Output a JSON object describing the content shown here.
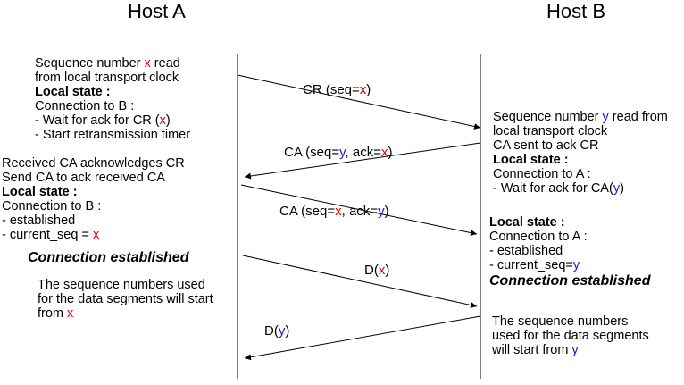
{
  "hosts": {
    "a": "Host A",
    "b": "Host B"
  },
  "vars": {
    "x": "x",
    "y": "y"
  },
  "a_block1": {
    "line1_pre": "Sequence number ",
    "line1_post": " read",
    "line2": "from local transport clock",
    "local_state": "Local state :",
    "conn": "Connection to B :",
    "wait_pre": "- Wait for ack for CR (",
    "wait_post": ")",
    "timer": "- Start retransmission timer"
  },
  "a_block2": {
    "line1": "Received CA acknowledges CR",
    "line2": "Send CA to ack received CA",
    "local_state": "Local state :",
    "conn": "Connection to B :",
    "established": "- established",
    "cur_pre": "- current_seq = "
  },
  "a_conn": "Connection established",
  "a_data": {
    "line1": "The sequence numbers used",
    "line2": "for the data segments will start",
    "line3_pre": "from "
  },
  "b_block1": {
    "line1_pre": "Sequence number ",
    "line1_post": " read from",
    "line2": "local transport clock",
    "line3": "CA sent to ack CR",
    "local_state": "Local state :",
    "conn": "Connection to A :",
    "wait_pre": "- Wait for ack for CA(",
    "wait_post": ")"
  },
  "b_block2": {
    "local_state": "Local state :",
    "conn": "Connection to A :",
    "established": "- established",
    "cur_pre": "- current_seq="
  },
  "b_conn": "Connection established",
  "b_data": {
    "line1": "The sequence numbers",
    "line2": "used for the data segments",
    "line3_pre": "will start from "
  },
  "messages": {
    "cr_pre": "CR (seq=",
    "cr_post": ")",
    "ca1_pre": "CA  (seq=",
    "ca1_mid": ", ack=",
    "ca1_post": ")",
    "ca2_pre": "CA (seq=",
    "ca2_mid": ", ack=",
    "ca2_post": ")",
    "d1_pre": "D(",
    "d1_post": ")",
    "d2_pre": "D(",
    "d2_post": ")"
  },
  "colors": {
    "x": "#e00000",
    "y": "#1a1acc"
  }
}
